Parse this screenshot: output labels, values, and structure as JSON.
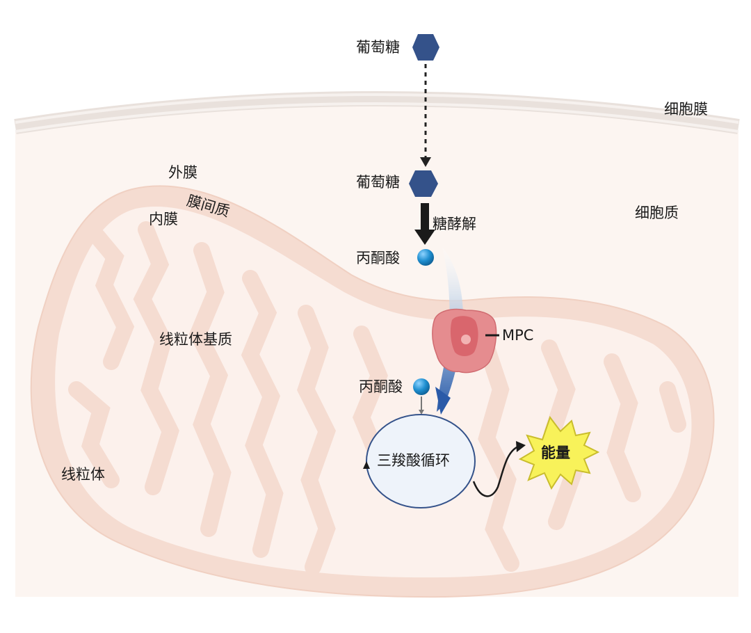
{
  "labels": {
    "glucose_outside": "葡萄糖",
    "glucose_inside": "葡萄糖",
    "cell_membrane": "细胞膜",
    "outer_membrane": "外膜",
    "intermembrane_space": "膜间质",
    "inner_membrane": "内膜",
    "cytoplasm": "细胞质",
    "glycolysis": "糖酵解",
    "pyruvate_cytosol": "丙酮酸",
    "mpc": "MPC",
    "matrix": "线粒体基质",
    "pyruvate_matrix": "丙酮酸",
    "tca_cycle": "三羧酸循环",
    "energy": "能量",
    "mitochondrion": "线粒体"
  },
  "colors": {
    "glucose": "#34528a",
    "pyruvate": "#1f8fd0",
    "mito_membrane": "#f3d3c6",
    "cytoplasm_bg": "#fcf5f1",
    "mpc": "#e58c8f",
    "tca_fill": "#eef3fa",
    "energy_fill": "#f8f25a",
    "energy_stroke": "#c9bd2c"
  },
  "icons": {
    "glucose": "hexagon-icon",
    "pyruvate": "sphere-icon",
    "energy": "starburst-icon"
  }
}
